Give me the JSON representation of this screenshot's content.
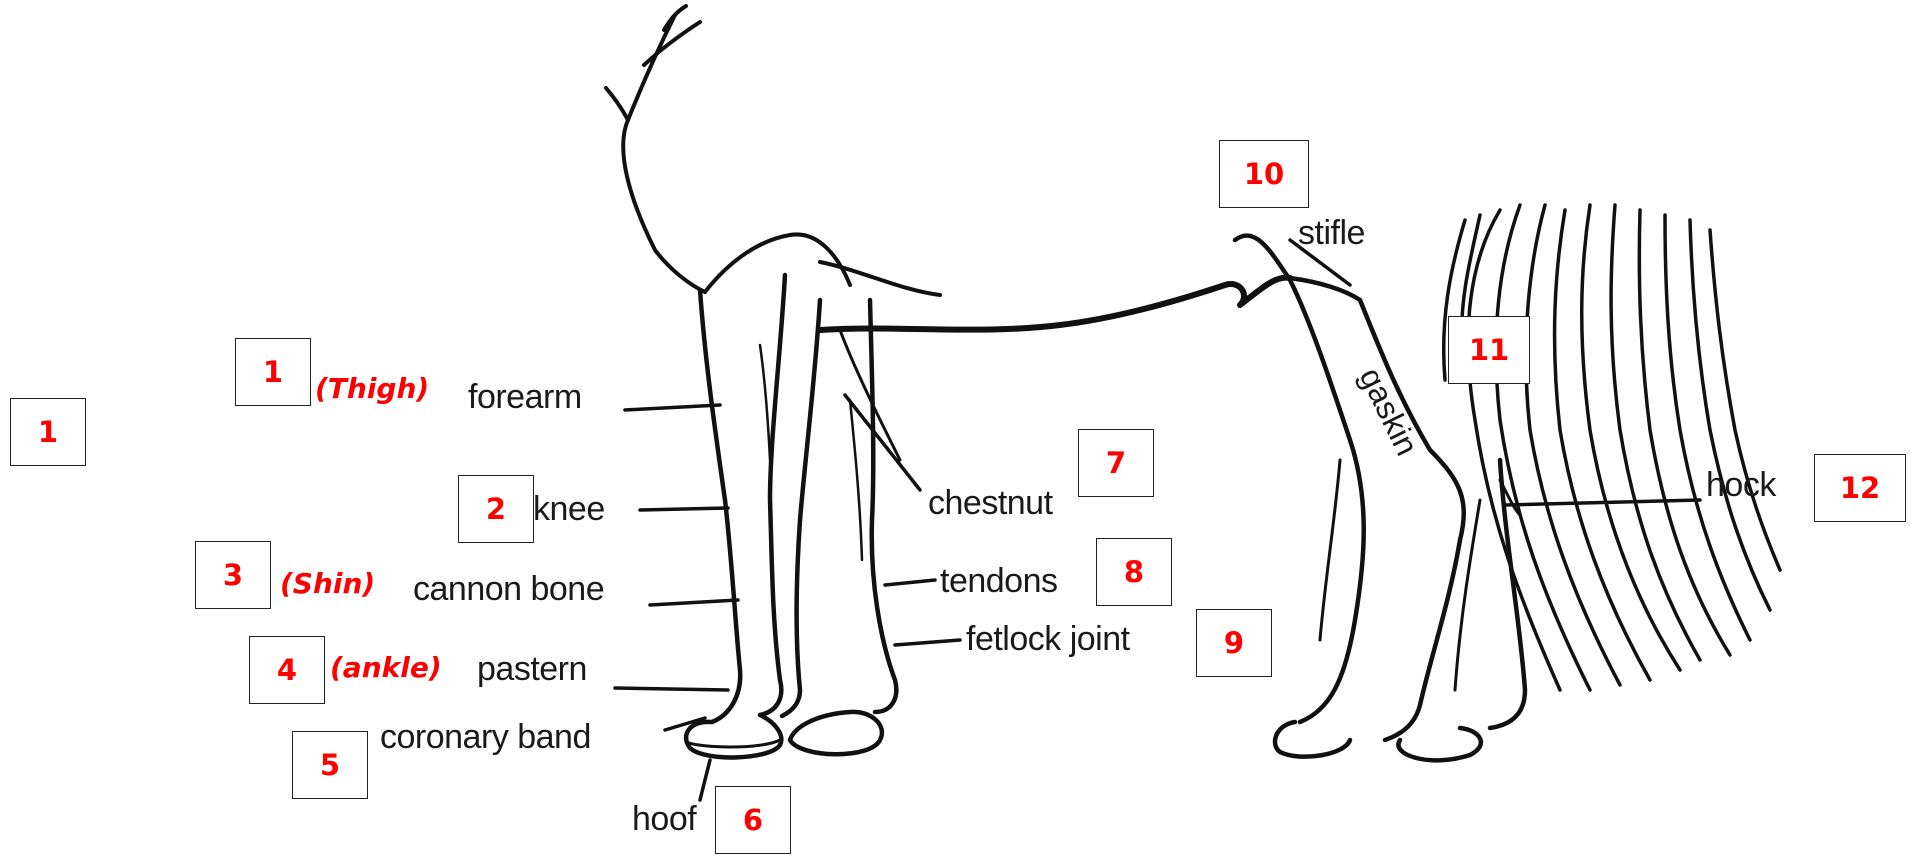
{
  "labels": {
    "forearm": "forearm",
    "knee": "knee",
    "cannon_bone": "cannon bone",
    "pastern": "pastern",
    "coronary_band": "coronary band",
    "hoof": "hoof",
    "chestnut": "chestnut",
    "tendons": "tendons",
    "fetlock_joint": "fetlock joint",
    "stifle": "stifle",
    "gaskin": "gaskin",
    "hock": "hock"
  },
  "answer_boxes": [
    "1",
    "1",
    "2",
    "3",
    "4",
    "5",
    "6",
    "7",
    "8",
    "9",
    "10",
    "11",
    "12"
  ],
  "notes": {
    "thigh": "(Thigh)",
    "shin": "(Shin)",
    "ankle": "(ankle)"
  },
  "colors": {
    "answer_text": "#ff0000",
    "line_art": "#111111",
    "box_border": "#222222"
  }
}
